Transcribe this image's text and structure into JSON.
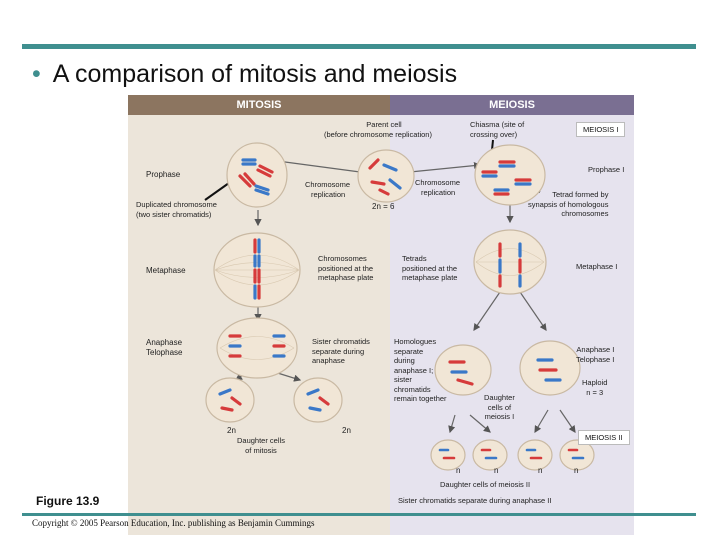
{
  "slide": {
    "title": "A comparison of mitosis and meiosis",
    "figure_label": "Figure 13.9",
    "copyright": "Copyright © 2005 Pearson Education, Inc. publishing as Benjamin Cummings"
  },
  "headers": {
    "mitosis": "MITOSIS",
    "meiosis": "MEIOSIS"
  },
  "labels": {
    "parent_cell": [
      "Parent cell",
      "(before chromosome replication)"
    ],
    "chiasma": [
      "Chiasma (site of",
      "crossing over)"
    ],
    "meiosis_1": "MEIOSIS I",
    "prophase": "Prophase",
    "prophase_1": "Prophase I",
    "chrom_rep_left": [
      "Chromosome",
      "replication"
    ],
    "chrom_rep_right": [
      "Chromosome",
      "replication"
    ],
    "tetrad_formed": [
      "Tetrad formed by",
      "synapsis of homologous",
      "chromosomes"
    ],
    "duplicated": [
      "Duplicated chromosome",
      "(two sister chromatids)"
    ],
    "two_n_6": "2n = 6",
    "chrom_positioned": [
      "Chromosomes",
      "positioned at the",
      "metaphase plate"
    ],
    "tetrads_positioned": [
      "Tetrads",
      "positioned at the",
      "metaphase plate"
    ],
    "metaphase": "Metaphase",
    "metaphase_1": "Metaphase I",
    "anaphase_telophase": [
      "Anaphase",
      "Telophase"
    ],
    "sister_separate": [
      "Sister chromatids",
      "separate during",
      "anaphase"
    ],
    "homologues": [
      "Homologues",
      "separate",
      "during",
      "anaphase I;",
      "sister",
      "chromatids",
      "remain together"
    ],
    "anaphase_telophase_1": [
      "Anaphase I",
      "Telophase I"
    ],
    "haploid": [
      "Haploid",
      "n = 3"
    ],
    "daughter_meiosis_1": [
      "Daughter",
      "cells of",
      "meiosis I"
    ],
    "two_n_left": "2n",
    "two_n_right": "2n",
    "meiosis_2": "MEIOSIS II",
    "daughter_mitosis": [
      "Daughter cells",
      "of mitosis"
    ],
    "n1": "n",
    "n2": "n",
    "n3": "n",
    "n4": "n",
    "daughter_meiosis_2": "Daughter cells of meiosis II",
    "sister_separate_2": "Sister chromatids separate during anaphase II"
  },
  "colors": {
    "accent": "#3f8f8f",
    "mitosis_header": "#8c7560",
    "meiosis_header": "#7a6f92",
    "chrom_red": "#d63b3b",
    "chrom_blue": "#3a78c8"
  }
}
